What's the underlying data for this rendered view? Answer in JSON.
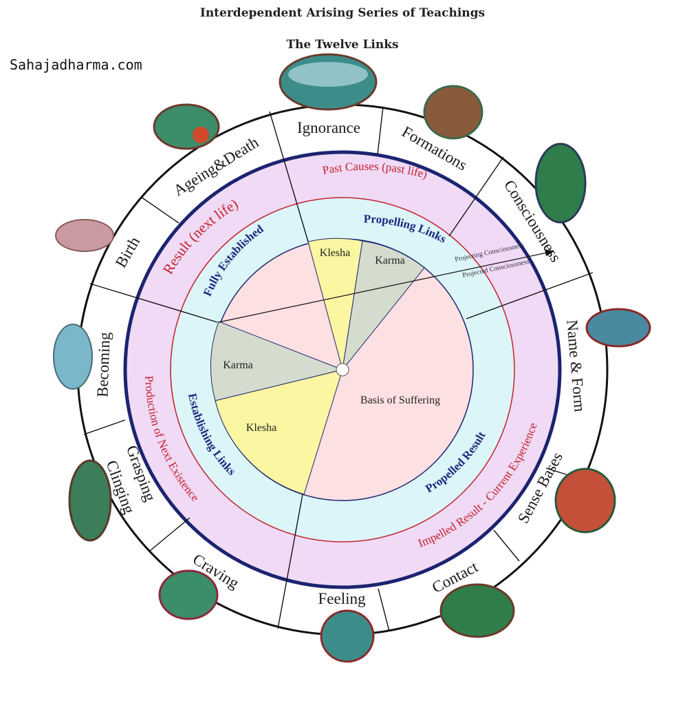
{
  "header": {
    "title": "Interdependent Arising Series of Teachings",
    "subtitle": "The Twelve Links",
    "site": "Sahajadharma.com"
  },
  "links": [
    "Ignorance",
    "Formations",
    "Consciousness",
    "Name & Form",
    "Sense Bases",
    "Contact",
    "Feeling",
    "Craving",
    "Grasping Clinging",
    "Becoming",
    "Birth",
    "Ageing&Death"
  ],
  "ring_labels": {
    "past_causes": "Past Causes (past life)",
    "result_next_life": "Result (next life)",
    "production": "Production of Next Existence",
    "impelled": "Impelled Result - Current Experience",
    "propelling": "Propelling Links",
    "fully_established": "Fully Established",
    "establishing": "Establishing Links",
    "propelled": "Propelled Result"
  },
  "inner": {
    "klesha_top": "Klesha",
    "karma_top": "Karma",
    "karma_left": "Karma",
    "klesha_left": "Klesha",
    "basis": "Basis of Suffering"
  },
  "consciousness_arrow": {
    "projecting": "Projecting Consciousness",
    "projected": "Projected Consciousness"
  },
  "colors": {
    "outer_ring": "#ffffff",
    "purple_band": "#f0daf5",
    "cyan_band": "#dcf5f8",
    "center": "#fde0e2",
    "klesha": "#fbf6a2",
    "karma": "#d6dccd",
    "navy": "#1c2470",
    "red_line": "#c4202b"
  }
}
